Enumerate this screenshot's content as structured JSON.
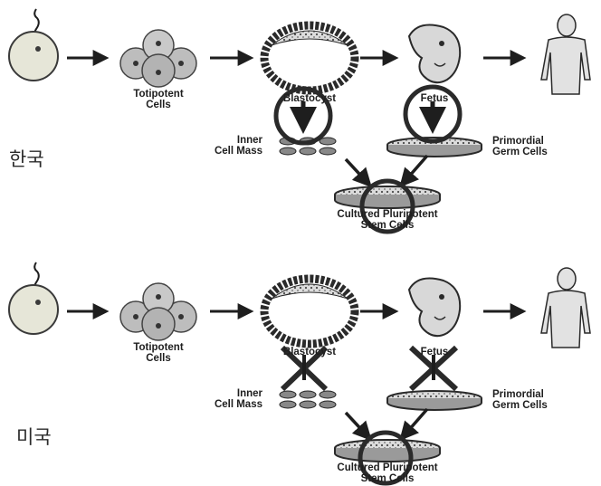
{
  "panels": [
    {
      "country_label": "한국",
      "stages": {
        "totipotent": [
          "Totipotent",
          "Cells"
        ],
        "blastocyst": "Blastocyst",
        "fetus": "Fetus",
        "inner_cell_mass": [
          "Inner",
          "Cell Mass"
        ],
        "primordial_germ_cells": [
          "Primordial",
          "Germ Cells"
        ],
        "cultured_cells": [
          "Cultured Pluripotent",
          "Stem Cells"
        ]
      },
      "markers": [
        "circle-arrow",
        "circle-arrow",
        "circle"
      ]
    },
    {
      "country_label": "미국",
      "stages": {
        "totipotent": [
          "Totipotent",
          "Cells"
        ],
        "blastocyst": "Blastocyst",
        "fetus": "Fetus",
        "inner_cell_mass": [
          "Inner",
          "Cell Mass"
        ],
        "primordial_germ_cells": [
          "Primordial",
          "Germ Cells"
        ],
        "cultured_cells": [
          "Cultured Pluripotent",
          "Stem Cells"
        ]
      },
      "markers": [
        "x-mark",
        "x-mark",
        "circle"
      ]
    }
  ],
  "colors": {
    "ink": "#1e1e1e",
    "cell_fill": "#cfcfcf",
    "marker": "#2a2a2a"
  }
}
